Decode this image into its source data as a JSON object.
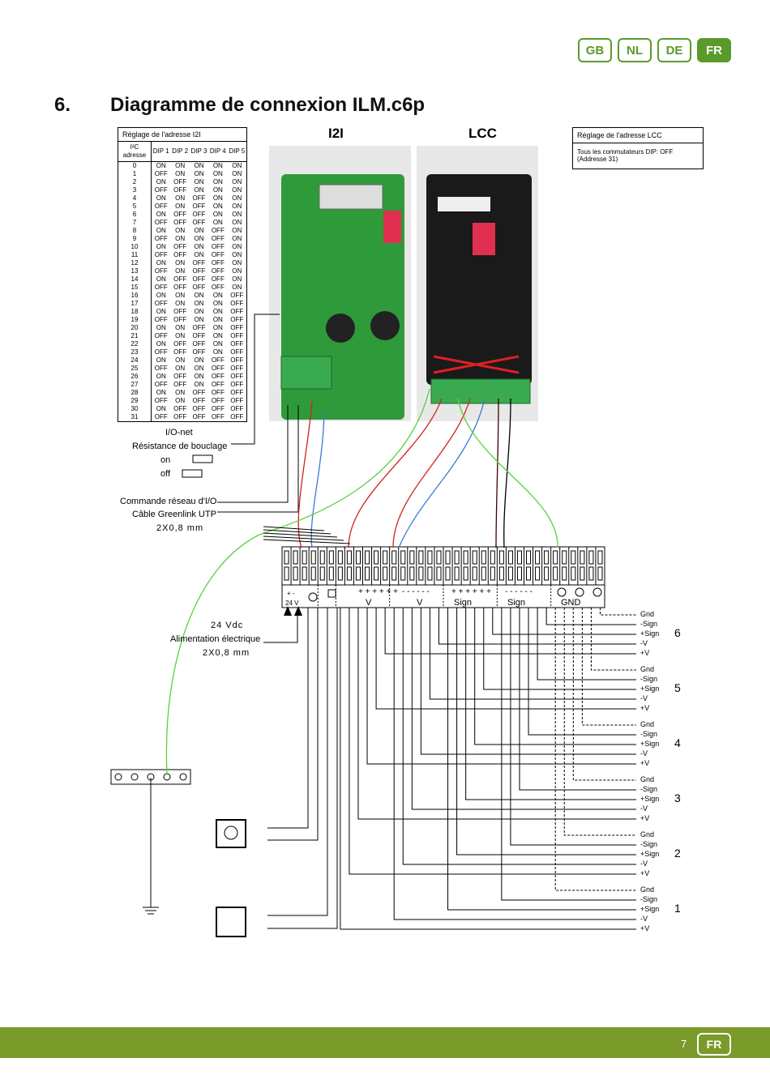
{
  "languages": [
    {
      "label": "GB",
      "active": false
    },
    {
      "label": "NL",
      "active": false
    },
    {
      "label": "DE",
      "active": false
    },
    {
      "label": "FR",
      "active": true
    }
  ],
  "section_number": "6.",
  "title": "Diagramme de connexion ILM.c6p",
  "i2i_table": {
    "title": "Réglage de l'adresse I2I",
    "col_address": "I²C adresse",
    "cols": [
      "DIP 1",
      "DIP 2",
      "DIP 3",
      "DIP 4",
      "DIP 5"
    ],
    "rows": [
      [
        "0",
        "ON",
        "ON",
        "ON",
        "ON",
        "ON"
      ],
      [
        "1",
        "OFF",
        "ON",
        "ON",
        "ON",
        "ON"
      ],
      [
        "2",
        "ON",
        "OFF",
        "ON",
        "ON",
        "ON"
      ],
      [
        "3",
        "OFF",
        "OFF",
        "ON",
        "ON",
        "ON"
      ],
      [
        "4",
        "ON",
        "ON",
        "OFF",
        "ON",
        "ON"
      ],
      [
        "5",
        "OFF",
        "ON",
        "OFF",
        "ON",
        "ON"
      ],
      [
        "6",
        "ON",
        "OFF",
        "OFF",
        "ON",
        "ON"
      ],
      [
        "7",
        "OFF",
        "OFF",
        "OFF",
        "ON",
        "ON"
      ],
      [
        "8",
        "ON",
        "ON",
        "ON",
        "OFF",
        "ON"
      ],
      [
        "9",
        "OFF",
        "ON",
        "ON",
        "OFF",
        "ON"
      ],
      [
        "10",
        "ON",
        "OFF",
        "ON",
        "OFF",
        "ON"
      ],
      [
        "11",
        "OFF",
        "OFF",
        "ON",
        "OFF",
        "ON"
      ],
      [
        "12",
        "ON",
        "ON",
        "OFF",
        "OFF",
        "ON"
      ],
      [
        "13",
        "OFF",
        "ON",
        "OFF",
        "OFF",
        "ON"
      ],
      [
        "14",
        "ON",
        "OFF",
        "OFF",
        "OFF",
        "ON"
      ],
      [
        "15",
        "OFF",
        "OFF",
        "OFF",
        "OFF",
        "ON"
      ],
      [
        "16",
        "ON",
        "ON",
        "ON",
        "ON",
        "OFF"
      ],
      [
        "17",
        "OFF",
        "ON",
        "ON",
        "ON",
        "OFF"
      ],
      [
        "18",
        "ON",
        "OFF",
        "ON",
        "ON",
        "OFF"
      ],
      [
        "19",
        "OFF",
        "OFF",
        "ON",
        "ON",
        "OFF"
      ],
      [
        "20",
        "ON",
        "ON",
        "OFF",
        "ON",
        "OFF"
      ],
      [
        "21",
        "OFF",
        "ON",
        "OFF",
        "ON",
        "OFF"
      ],
      [
        "22",
        "ON",
        "OFF",
        "OFF",
        "ON",
        "OFF"
      ],
      [
        "23",
        "OFF",
        "OFF",
        "OFF",
        "ON",
        "OFF"
      ],
      [
        "24",
        "ON",
        "ON",
        "ON",
        "OFF",
        "OFF"
      ],
      [
        "25",
        "OFF",
        "ON",
        "ON",
        "OFF",
        "OFF"
      ],
      [
        "26",
        "ON",
        "OFF",
        "ON",
        "OFF",
        "OFF"
      ],
      [
        "27",
        "OFF",
        "OFF",
        "ON",
        "OFF",
        "OFF"
      ],
      [
        "28",
        "ON",
        "ON",
        "OFF",
        "OFF",
        "OFF"
      ],
      [
        "29",
        "OFF",
        "ON",
        "OFF",
        "OFF",
        "OFF"
      ],
      [
        "30",
        "ON",
        "OFF",
        "OFF",
        "OFF",
        "OFF"
      ],
      [
        "31",
        "OFF",
        "OFF",
        "OFF",
        "OFF",
        "OFF"
      ]
    ]
  },
  "lcc_box": {
    "title": "Réglage de l'adresse LCC",
    "text1": "Tous les commutateurs DIP: OFF",
    "text2": "(Addresse 31)"
  },
  "board_labels": {
    "i2i": "I2I",
    "lcc": "LCC"
  },
  "left_labels": {
    "ionet": "I/O-net",
    "resistance": "Résistance de bouclage",
    "on": "on",
    "off": "off",
    "commande": "Commande réseau d'I/O",
    "cable": "Câble Greenlink UTP",
    "cable_size": "2X0,8 mm",
    "vdc": "24 Vdc",
    "alim": "Alimentation électrique",
    "alim_size": "2X0,8 mm"
  },
  "terminal_labels": {
    "v24": "24 V",
    "plus_minus": "+ -",
    "vplus": "+ + + + + +",
    "vplus_name": "V",
    "vminus": "- - - - - -",
    "vminus_name": "V",
    "signplus": "+ + + + + +",
    "signplus_name": "Sign",
    "signminus": "- - - - - -",
    "signminus_name": "Sign",
    "gnd": "GND"
  },
  "outputs": [
    {
      "number": "6",
      "lines": [
        "Gnd",
        "-Sign",
        "+Sign",
        "-V",
        "+V"
      ]
    },
    {
      "number": "5",
      "lines": [
        "Gnd",
        "-Sign",
        "+Sign",
        "-V",
        "+V"
      ]
    },
    {
      "number": "4",
      "lines": [
        "Gnd",
        "-Sign",
        "+Sign",
        "-V",
        "+V"
      ]
    },
    {
      "number": "3",
      "lines": [
        "Gnd",
        "-Sign",
        "+Sign",
        "-V",
        "+V"
      ]
    },
    {
      "number": "2",
      "lines": [
        "Gnd",
        "-Sign",
        "+Sign",
        "-V",
        "+V"
      ]
    },
    {
      "number": "1",
      "lines": [
        "Gnd",
        "-Sign",
        "+Sign",
        "-V",
        "+V"
      ]
    }
  ],
  "colors": {
    "brand": "#5a9a2a",
    "footer": "#7a9a2a",
    "pcb": "#2f9a3a",
    "wire_red": "#d42020",
    "wire_blue": "#3a7ad8",
    "wire_green": "#5ad040"
  },
  "footer": {
    "page": "7",
    "lang": "FR"
  }
}
